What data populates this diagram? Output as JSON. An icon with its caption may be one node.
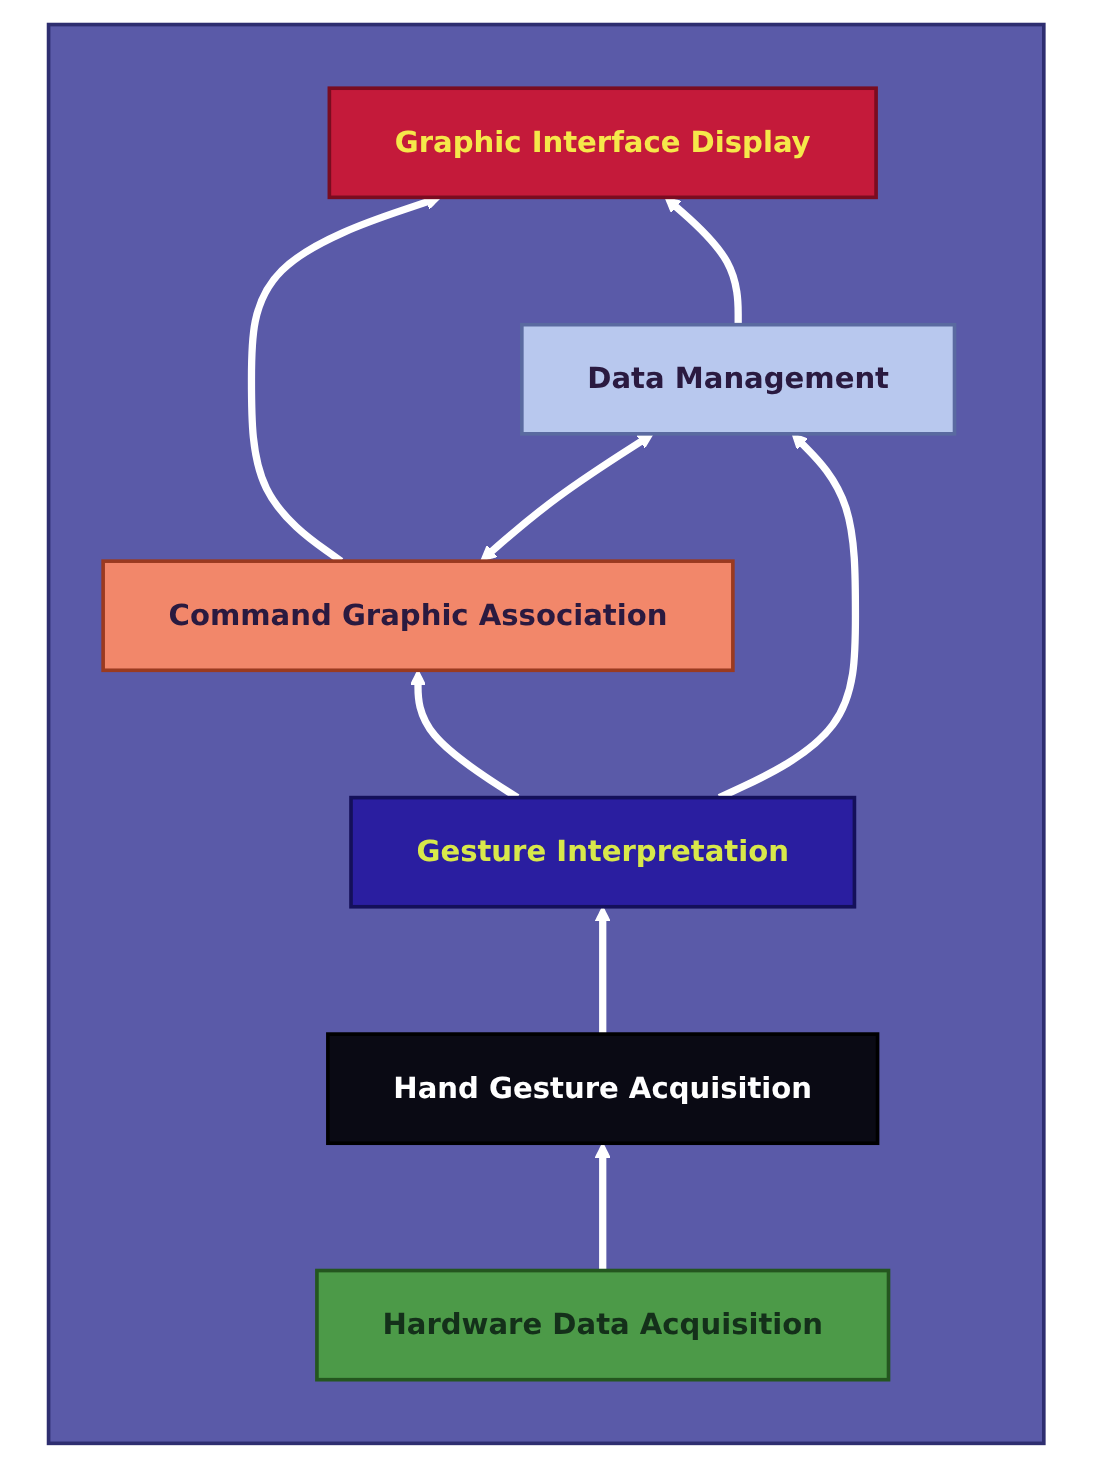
{
  "diagram": {
    "nodes": [
      {
        "text": [],
        "shape": "box"
      },
      {
        "text": [
          "Graphic Interface Display"
        ],
        "in": 0
      },
      {
        "text": [
          "Command Graphic Association"
        ],
        "in": 0
      },
      {
        "text": [
          "Data Management"
        ],
        "in": 0
      },
      {
        "text": [
          "Gesture Interpretation"
        ],
        "in": 0
      },
      {
        "text": [
          "Hand Gesture Acquisition"
        ],
        "in": 0
      },
      {
        "text": [
          "Hardware Data Acquisition"
        ],
        "in": 0
      }
    ],
    "edges": [
      {
        "from": 6,
        "to": 5,
        "arrow": "to"
      },
      {
        "from": 5,
        "to": 4,
        "arrow": "to"
      },
      {
        "from": 4,
        "to": 2,
        "arrow": "to"
      },
      {
        "from": 4,
        "to": 3,
        "arrow": "to"
      },
      {
        "from": 2,
        "to": 1,
        "arrow": "to"
      },
      {
        "from": 3,
        "to": 1,
        "arrow": "to"
      },
      {
        "from": 2,
        "to": 3,
        "arrow": "both"
      }
    ]
  }
}
